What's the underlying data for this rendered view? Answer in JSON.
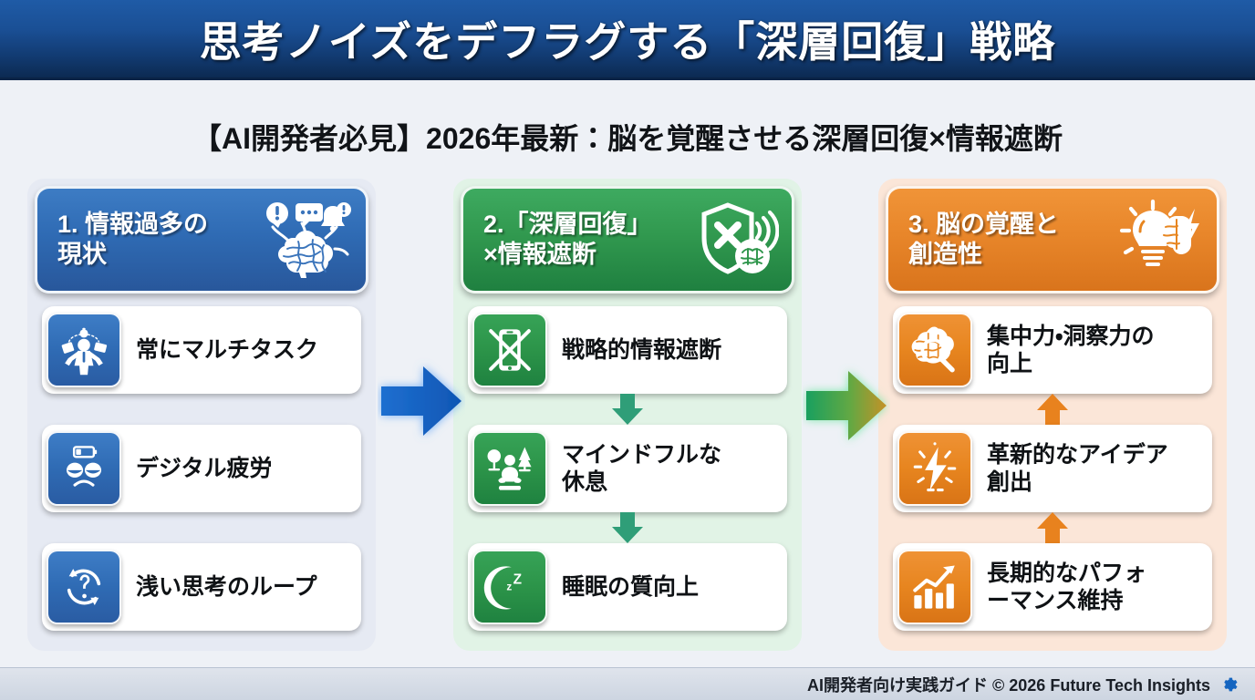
{
  "header": {
    "title": "思考ノイズをデフラグする「深層回復」戦略"
  },
  "subtitle": {
    "text": "【AI開発者必見】2026年最新：脳を覚醒させる深層回復×情報遮断"
  },
  "colors": {
    "header_blue_light": "#1f5ba6",
    "header_blue_dark": "#0c2a52",
    "column1_accent": "#2f6bb4",
    "column2_accent": "#2c9449",
    "column3_accent": "#e7851f",
    "column1_panel": "#e6eaf3",
    "column2_panel": "#e1f3e6",
    "column3_panel": "#fbe6d8",
    "page_background": "#eef1f6",
    "arrow_blue": "#1565c8",
    "arrow_green": "#2f9e78",
    "arrow_orange": "#e8821e"
  },
  "columns": [
    {
      "number": "1.",
      "heading": "1. 情報過多の\n現状",
      "heading_icon": "tangled-brain-overload-icon",
      "items": [
        {
          "label": "常にマルチタスク",
          "icon": "juggling-person-icon"
        },
        {
          "label": "デジタル疲労",
          "icon": "tired-face-low-battery-icon"
        },
        {
          "label": "浅い思考のループ",
          "icon": "question-loop-icon"
        }
      ]
    },
    {
      "number": "2.",
      "heading": "2.「深層回復」\n×情報遮断",
      "heading_icon": "shield-block-brain-icon",
      "items": [
        {
          "label": "戦略的情報遮断",
          "icon": "phone-off-icon"
        },
        {
          "label": "マインドフルな\n休息",
          "icon": "meditation-nature-icon"
        },
        {
          "label": "睡眠の質向上",
          "icon": "moon-sleep-icon"
        }
      ]
    },
    {
      "number": "3.",
      "heading": "3. 脳の覚醒と\n創造性",
      "heading_icon": "lightbulb-brain-spark-icon",
      "items": [
        {
          "label": "集中力・洞察力の\n向上",
          "icon": "brain-magnifier-icon"
        },
        {
          "label": "革新的なアイデア\n創出",
          "icon": "lightning-spark-icon"
        },
        {
          "label": "長期的なパフォ\nーマンス維持",
          "icon": "growth-chart-icon"
        }
      ]
    }
  ],
  "flow_arrows": [
    {
      "name": "arrow-stage1-to-stage2",
      "direction": "right",
      "color": "#1565c8"
    },
    {
      "name": "arrow-stage2-to-stage3",
      "direction": "right",
      "color": "#2faa6e"
    }
  ],
  "footer": {
    "text": "AI開発者向け実践ガイド © 2026 Future Tech Insights",
    "icon": "gear-icon"
  }
}
